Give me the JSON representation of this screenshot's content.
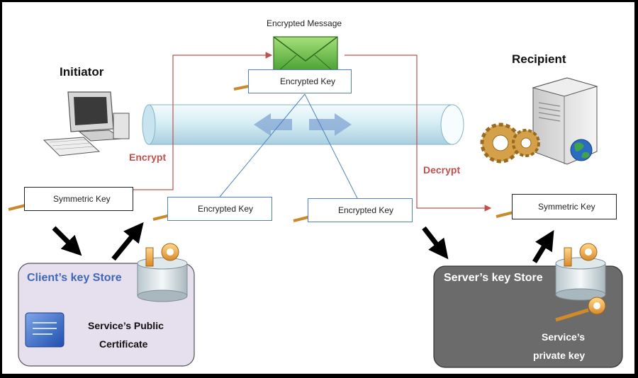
{
  "title_message": "Encrypted Message",
  "initiator": "Initiator",
  "recipient": "Recipient",
  "encrypt": "Encrypt",
  "decrypt": "Decrypt",
  "key_top": "Encrypted Key",
  "key_left": "Encrypted Key",
  "key_mid": "Encrypted Key",
  "sym_left": "Symmetric Key",
  "sym_right": "Symmetric Key",
  "client_store": "Client’s key Store",
  "server_store": "Server’s key Store",
  "client_cert_1": "Service’s Public",
  "client_cert_2": "Certificate",
  "server_key_1": "Service’s",
  "server_key_2": "private key",
  "colors": {
    "encrypt_red": "#c0504d",
    "blue_line": "#4f81bd",
    "client_fill": "#e6dfee",
    "server_fill": "#6b6b6b"
  }
}
